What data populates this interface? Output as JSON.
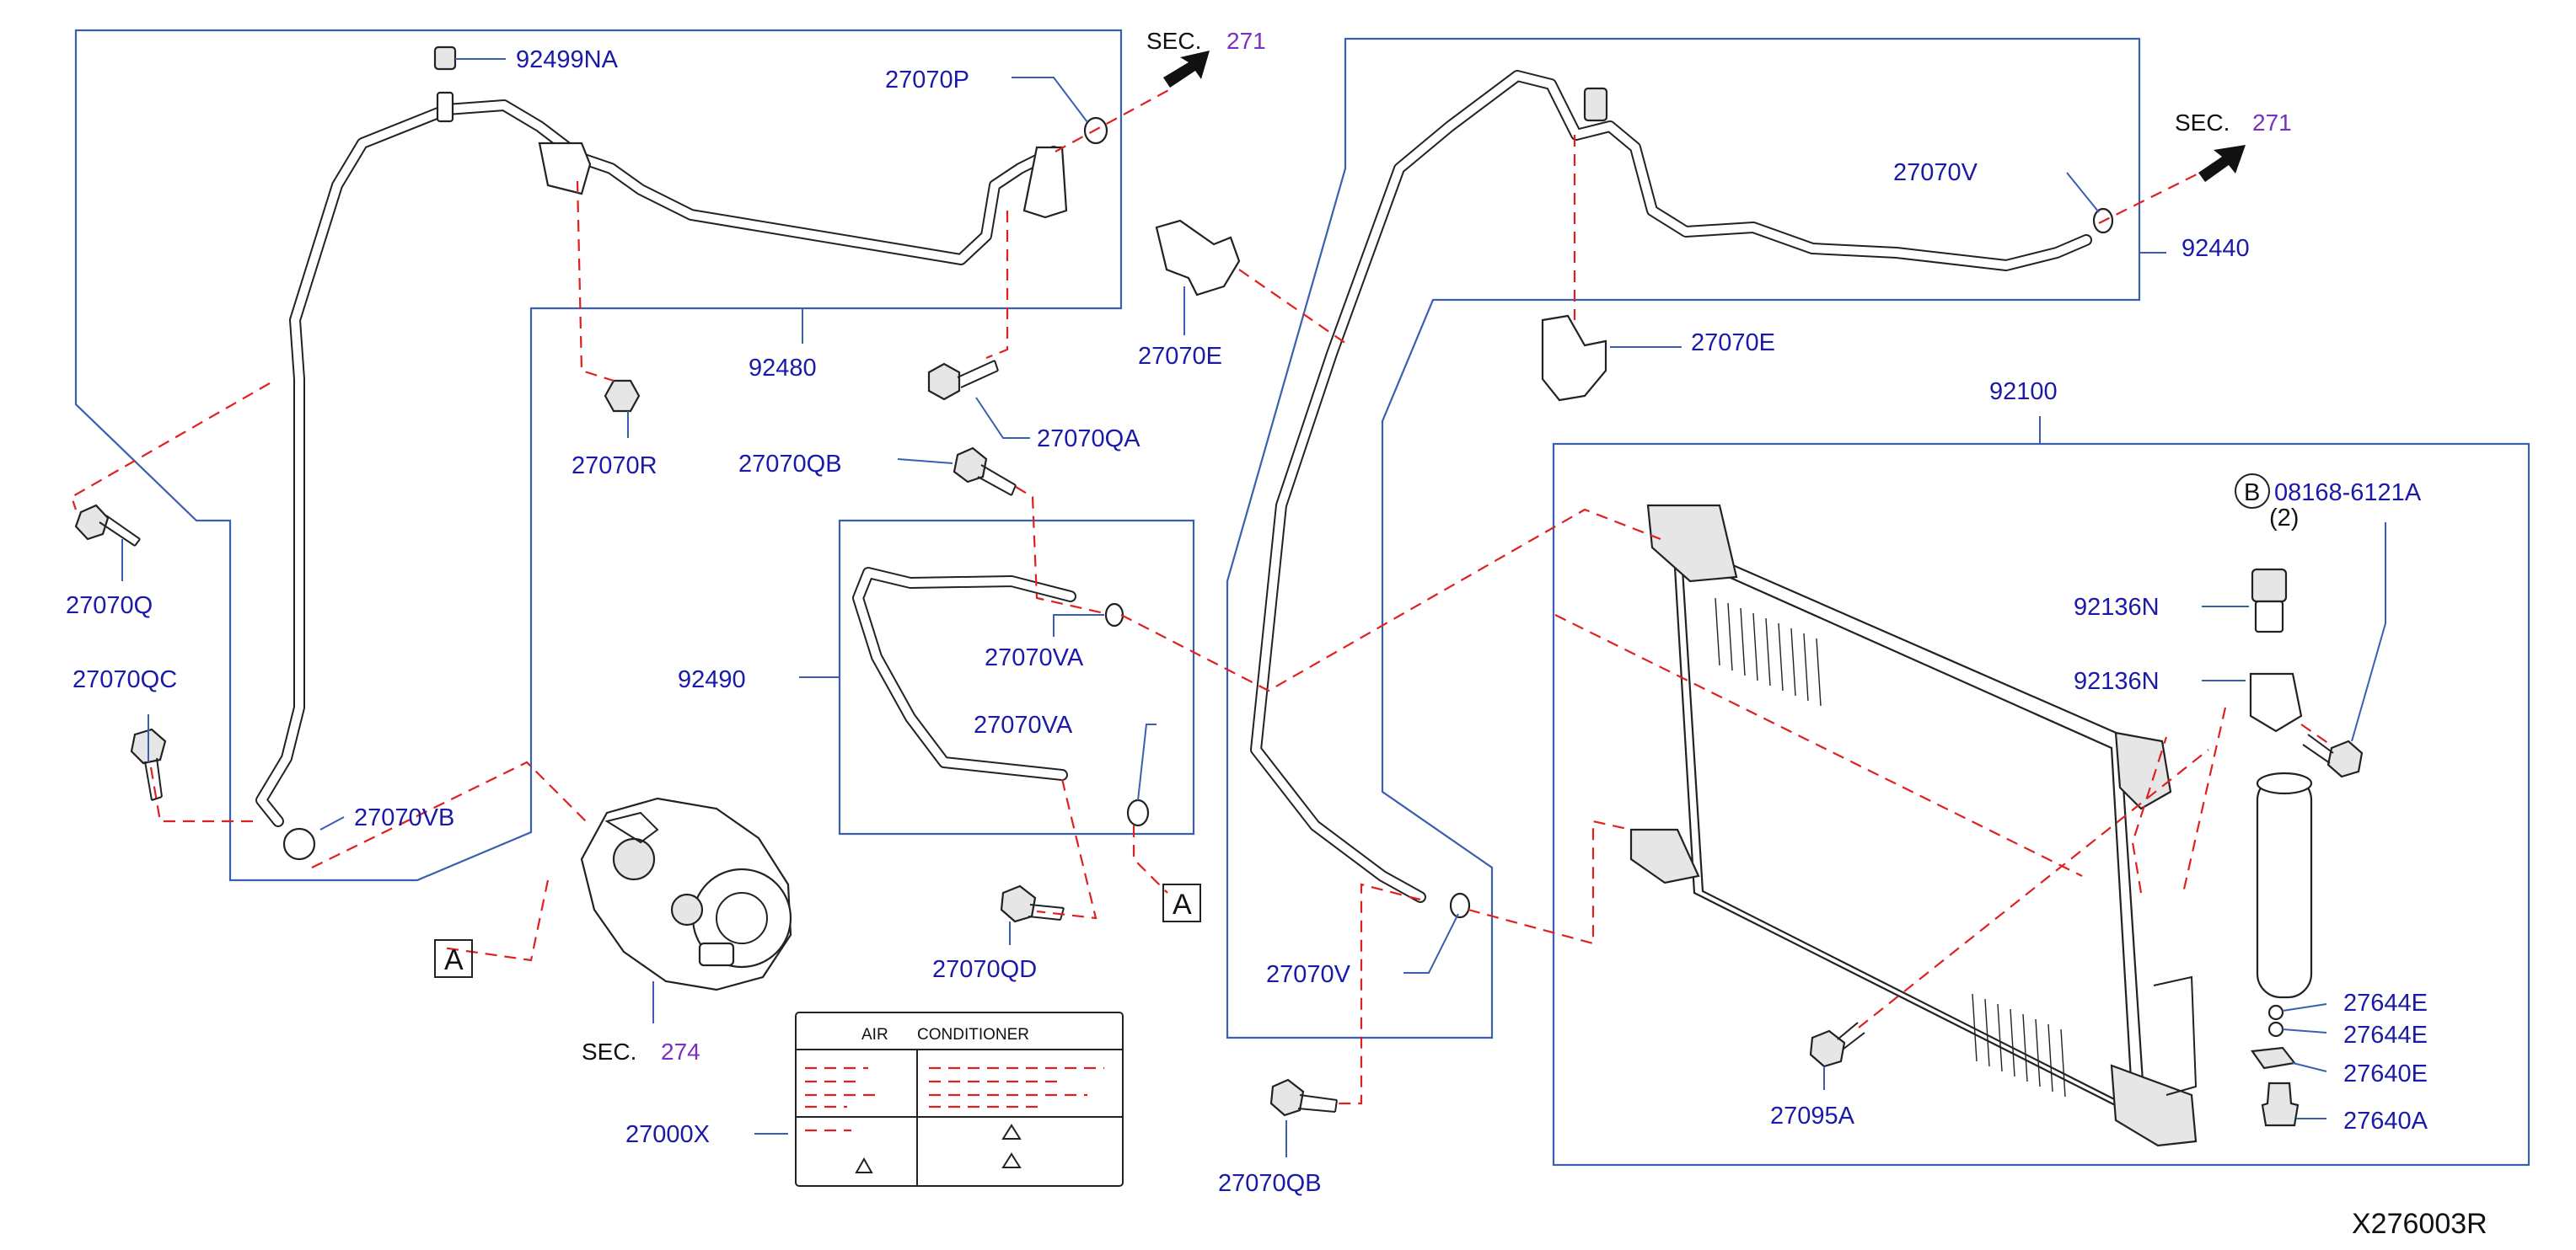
{
  "diagram_id": "X276003R",
  "section_refs": [
    {
      "prefix": "SEC.",
      "number": "271"
    },
    {
      "prefix": "SEC.",
      "number": "271"
    },
    {
      "prefix": "SEC.",
      "number": "274"
    }
  ],
  "part_labels": {
    "p92499NA": "92499NA",
    "p27070P": "27070P",
    "p92480": "92480",
    "p27070R": "27070R",
    "p27070Q": "27070Q",
    "p27070QC": "27070QC",
    "p27070VB": "27070VB",
    "p27070QA": "27070QA",
    "p27070QB_top": "27070QB",
    "p27070E_left": "27070E",
    "p92490": "92490",
    "p27070VA_1": "27070VA",
    "p27070VA_2": "27070VA",
    "p27070QD": "27070QD",
    "p27000X": "27000X",
    "p27070V_right": "27070V",
    "p92440": "92440",
    "p27070E_right": "27070E",
    "p92100": "92100",
    "p08168": "08168-6121A",
    "p08168_qty": "(2)",
    "p92136N_1": "92136N",
    "p92136N_2": "92136N",
    "p27070V_lower": "27070V",
    "p27070QB_bottom": "27070QB",
    "p27095A": "27095A",
    "p27644E_1": "27644E",
    "p27644E_2": "27644E",
    "p27640E": "27640E",
    "p27640A": "27640A"
  },
  "callouts": {
    "view_A_1": "A",
    "view_A_2": "A",
    "bolt_marker": "B"
  },
  "label_panel": {
    "title_left": "AIR",
    "title_right": "CONDITIONER"
  }
}
